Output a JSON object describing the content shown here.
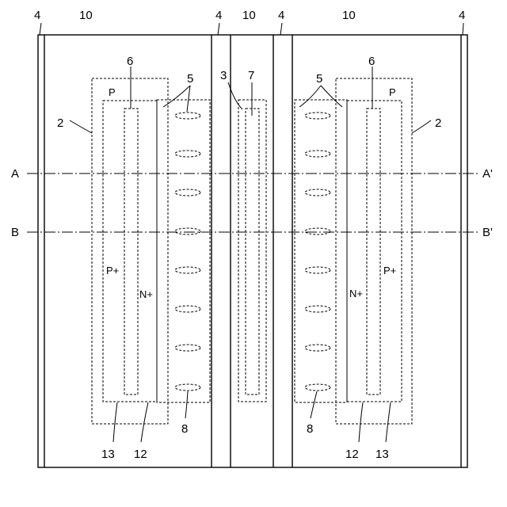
{
  "labels": {
    "n4": "4",
    "n10": "10",
    "n2": "2",
    "n3": "3",
    "n5": "5",
    "n6": "6",
    "n7": "7",
    "n8": "8",
    "n12": "12",
    "n13": "13",
    "p": "P",
    "p_plus": "P+",
    "n_plus": "N+",
    "a": "A",
    "a_prime": "A'",
    "b": "B",
    "b_prime": "B'"
  }
}
